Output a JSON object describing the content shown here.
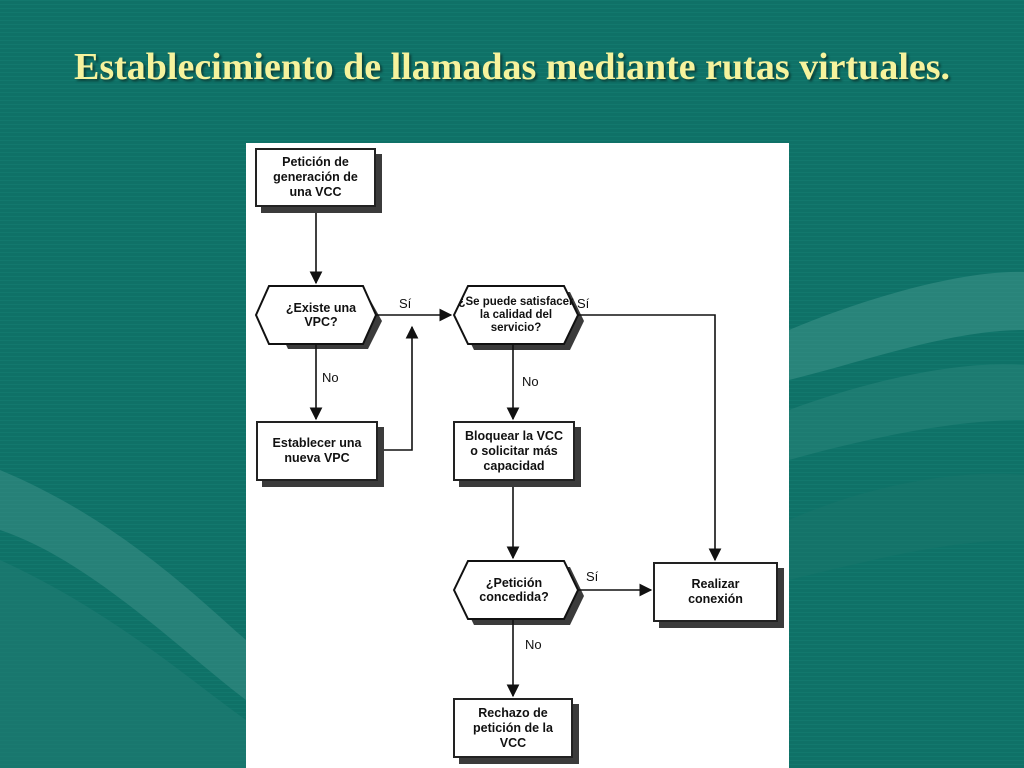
{
  "slide": {
    "title": "Establecimiento de llamadas mediante rutas virtuales.",
    "colors": {
      "background": "#0f7167",
      "title": "#f6f39d",
      "panel": "#ffffff"
    }
  },
  "flowchart": {
    "nodes": {
      "start": "Petición de generación de una VCC",
      "existe_vpc": "¿Existe una VPC?",
      "establecer_vpc": "Establecer una nueva VPC",
      "calidad": "¿Se puede satisfacer la calidad del servicio?",
      "bloquear": "Bloquear la VCC o solicitar más capacidad",
      "peticion_concedida": "¿Petición concedida?",
      "realizar": "Realizar conexión",
      "rechazo": "Rechazo de petición de la VCC"
    },
    "edge_labels": {
      "existe_si": "Sí",
      "existe_no": "No",
      "calidad_si": "Sí",
      "calidad_no": "No",
      "concedida_si": "Sí",
      "concedida_no": "No"
    }
  }
}
